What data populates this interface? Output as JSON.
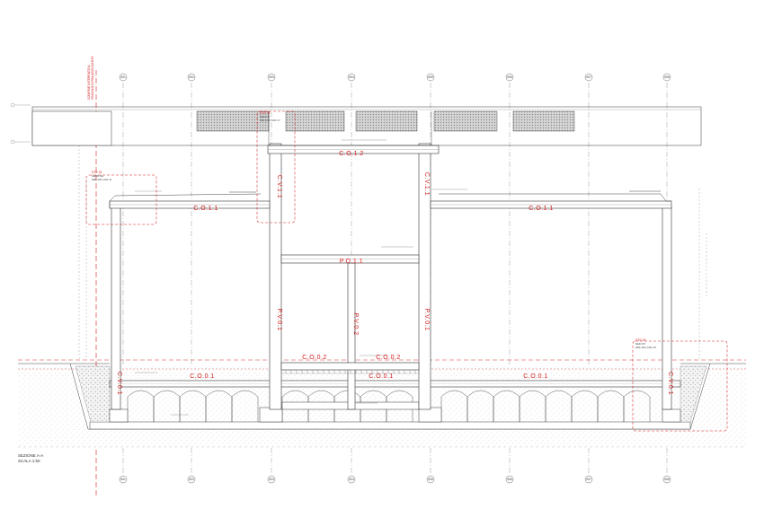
{
  "caption": {
    "line1": "SEZIONE A-A",
    "line2": "SCALA 1:50"
  },
  "boundary": {
    "line1": "CONFINE INTERRATO A",
    "line2": "VINCOLO DI PALAZZO DA EST"
  },
  "grid_axes": [
    "S01",
    "S02",
    "S03",
    "S04",
    "S05",
    "S06",
    "S07",
    "S08"
  ],
  "elements": {
    "co11_left": "C.O.1.1",
    "co11_right": "C.O.1.1",
    "co12": "C.O.1.2",
    "cv11_left": "C.V.1.1",
    "cv11_right": "C.V.1.1",
    "po11": "P.O.1.1",
    "pv01_left": "P.V.0.1",
    "pv02": "P.V.0.2",
    "pv01_right": "P.V.0.1",
    "co02_left": "C.O.0.2",
    "co02_right": "C.O.0.2",
    "co01_left": "C.O.0.1",
    "co01_mid": "C.O.0.1",
    "co01_right": "C.O.0.1",
    "cv01_left": "C.V.0.1",
    "cv01_right": "C.V.0.1"
  },
  "detail_tags": [
    {
      "id": "DTE 01",
      "l1": "NEDIF NE",
      "l2": "DRF ANC ANC 11"
    },
    {
      "id": "DTE 02",
      "l1": "NED INT",
      "l2": "DRF ANC ANC 17"
    },
    {
      "id": "DTE 03",
      "l1": "NED INT",
      "l2": "DRF ANC ANC 15"
    }
  ],
  "colors": {
    "red": "#d11a1a",
    "line": "#333333",
    "hatch": "#999999"
  }
}
